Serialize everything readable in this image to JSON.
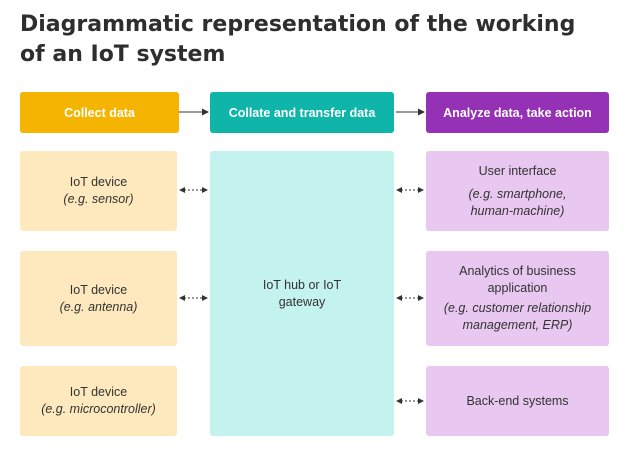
{
  "title_line1": "Diagrammatic representation of the working",
  "title_line2": "of an IoT system",
  "headers": {
    "collect": "Collect data",
    "collate": "Collate and transfer data",
    "analyze": "Analyze data, take action"
  },
  "colors": {
    "collect": "#f5b400",
    "collate": "#0fb5a8",
    "analyze": "#9531b5",
    "collect_box": "#fde9bd",
    "hub_box": "#c4f2ef",
    "action_box": "#e8c8f0"
  },
  "devices": [
    {
      "label": "IoT device",
      "example": "(e.g. sensor)"
    },
    {
      "label": "IoT device",
      "example": "(e.g. antenna)"
    },
    {
      "label": "IoT device",
      "example": "(e.g. microcontroller)"
    }
  ],
  "hub": {
    "line1": "IoT hub or IoT",
    "line2": "gateway"
  },
  "actions": [
    {
      "label": "User interface",
      "example_line1": "(e.g. smartphone,",
      "example_line2": "human-machine)"
    },
    {
      "label_line1": "Analytics of business",
      "label_line2": "application",
      "example_line1": "(e.g. customer relationship",
      "example_line2": "management, ERP)"
    },
    {
      "label": "Back-end systems"
    }
  ]
}
